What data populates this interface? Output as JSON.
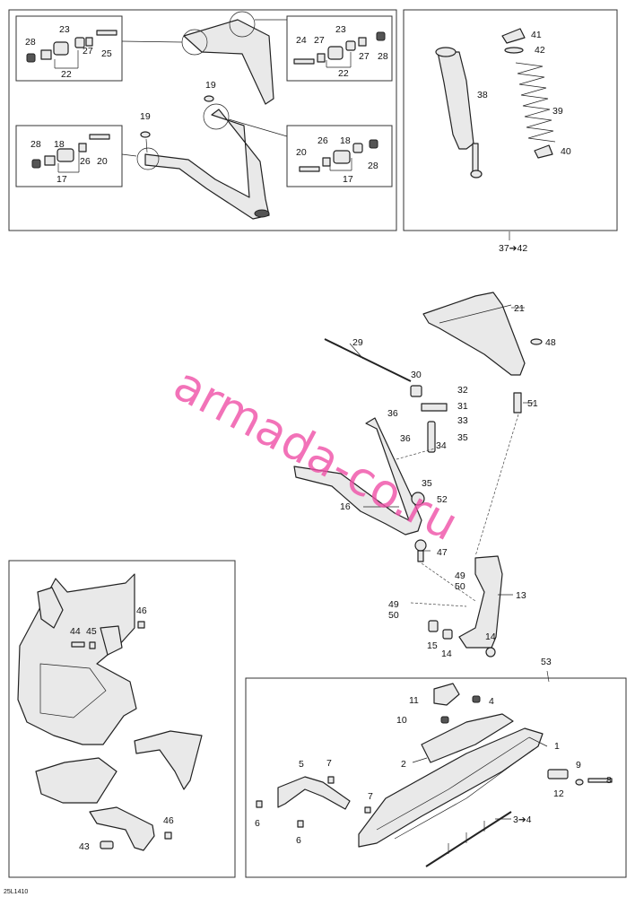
{
  "diagram": {
    "reference_code": "25L1410",
    "watermark_text": "armada-co.ru",
    "labels": {
      "l1": "1",
      "l2": "2",
      "l3": "3",
      "l4": "4",
      "l5": "5",
      "l6": "6",
      "l7": "7",
      "l8": "8",
      "l9": "9",
      "l10": "10",
      "l11": "11",
      "l12": "12",
      "l13": "13",
      "l14": "14",
      "l15": "15",
      "l16": "16",
      "l17": "17",
      "l18": "18",
      "l19": "19",
      "l20": "20",
      "l21": "21",
      "l22": "22",
      "l23": "23",
      "l24": "24",
      "l25": "25",
      "l26": "26",
      "l27": "27",
      "l28": "28",
      "l29": "29",
      "l30": "30",
      "l31": "31",
      "l32": "32",
      "l33": "33",
      "l34": "34",
      "l35": "35",
      "l36": "36",
      "l37": "37",
      "l38": "38",
      "l39": "39",
      "l40": "40",
      "l41": "41",
      "l42": "42",
      "l43": "43",
      "l44": "44",
      "l45": "45",
      "l46": "46",
      "l47": "47",
      "l48": "48",
      "l49": "49",
      "l50": "50",
      "l51": "51",
      "l52": "52",
      "l53": "53",
      "range_37_42": "37➔42",
      "range_3_4": "3➔4"
    },
    "colors": {
      "watermark": "#ef4fa6",
      "line": "#222222",
      "part_fill": "#e9e9e9"
    }
  }
}
